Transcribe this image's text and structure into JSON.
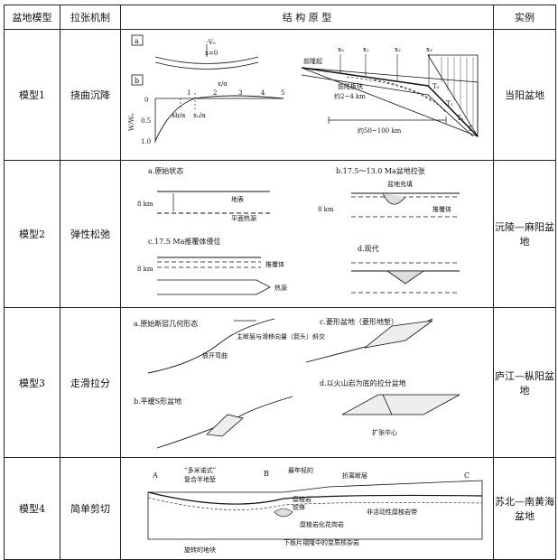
{
  "header": {
    "model": "盆地模型",
    "mechanism": "拉张机制",
    "structure": "结 构 原 型",
    "example": "实例"
  },
  "rows": [
    {
      "model": "模型1",
      "mechanism": "挠曲沉降",
      "example": "当阳盆地"
    },
    {
      "model": "模型2",
      "mechanism": "弹性松弛",
      "example": "沅陵—麻阳盆地"
    },
    {
      "model": "模型3",
      "mechanism": "走滑拉分",
      "example": "庐江—枞阳盆地"
    },
    {
      "model": "模型4",
      "mechanism": "简单剪切",
      "example": "苏北—南黄海盆地"
    }
  ],
  "m1": {
    "panel_a": "a",
    "panel_b": "b",
    "v0": "-V₀",
    "x0": "x=0",
    "xaxis_label": "x/α",
    "ticks_x": [
      "1",
      "2",
      "3",
      "4",
      "5"
    ],
    "ticks_y": [
      "0",
      "0.5",
      "1.0"
    ],
    "ylabel": "W/W₀",
    "xb_label": "xb/α",
    "x0_label": "x₀/α",
    "foreland": "前隆起",
    "plate": "前陆板块",
    "thick": "约2~4 km",
    "width": "约50~100 km",
    "xs": [
      "x₀",
      "x₁",
      "x₂",
      "x₃"
    ],
    "ts": [
      "T₀",
      "T₁",
      "T₂",
      "T"
    ]
  },
  "m2": {
    "a_title": "a.原始状态",
    "surface": "地表",
    "heat": "平面热源",
    "depth": "8 km",
    "b_title": "b.17.5～13.0 Ma盆地拉张",
    "fill": "盆地充填",
    "thrust": "推覆体",
    "km": "8 km",
    "c_title": "c.17.5 Ma推覆体侵位",
    "c_thrust": "推覆体",
    "c_heat": "热源",
    "d_title": "d.现代"
  },
  "m3": {
    "a_title": "a.原始断层几何形态",
    "a_note": "主断层与滑移向量（箭头）斜交",
    "bend": "放开弯曲",
    "b_title": "b.平缓S形盆地",
    "c_title": "c.菱形盆地（菱形地堑）",
    "d_title": "d.以火山岩为底的拉分盆地",
    "center": "扩张中心"
  },
  "m4": {
    "A": "A",
    "B": "B",
    "C": "C",
    "dome": "“多米诺式”",
    "dome2": "复合半地堑",
    "young": "最年轻的",
    "detach": "折离断层",
    "front": "糜棱岩",
    "front2": "前锋",
    "granite": "糜棱岩化花岗岩",
    "zone": "非活动性糜棱岩带",
    "rot": "旋转的地块",
    "complex": "下板片褶隆中的变质核杂岩"
  }
}
